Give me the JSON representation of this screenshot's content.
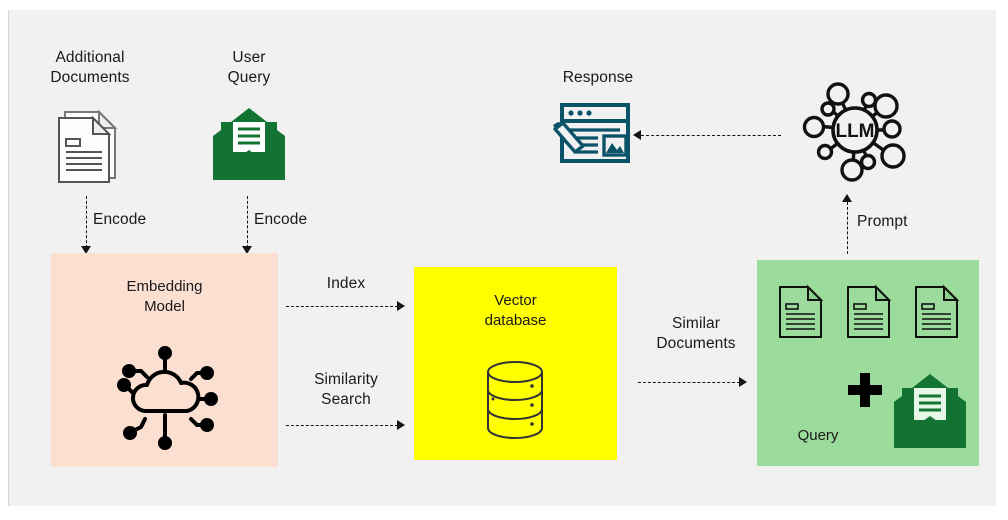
{
  "diagram": {
    "title": "RAG retrieval augmented generation flow",
    "background_color": "#f1f1f1",
    "nodes": {
      "additional_documents": {
        "label": "Additional\nDocuments",
        "icon": "stacked-documents-icon",
        "icon_color": "#555555"
      },
      "user_query": {
        "label": "User\nQuery",
        "icon": "envelope-icon",
        "icon_color": "#137333"
      },
      "embedding_model": {
        "label": "Embedding\nModel",
        "icon": "cloud-network-icon",
        "icon_color": "#000000",
        "fill": "#fbe0d2"
      },
      "vector_database": {
        "label": "Vector\ndatabase",
        "icon": "database-cylinder-icon",
        "icon_color": "#333333",
        "fill": "#ffff00"
      },
      "context": {
        "label": "Query",
        "icon_documents": "document-icon",
        "icon_plus": "plus-icon",
        "icon_envelope": "envelope-icon",
        "envelope_color": "#137333",
        "fill": "#9bdb9b",
        "document_count": 3
      },
      "llm": {
        "label": "LLM",
        "icon": "llm-network-icon",
        "icon_color": "#111111"
      },
      "response": {
        "label": "Response",
        "icon": "browser-document-icon",
        "icon_color": "#0b5369"
      }
    },
    "edges": [
      {
        "id": "docs-to-embed",
        "label": "Encode",
        "direction": "down"
      },
      {
        "id": "query-to-embed",
        "label": "Encode",
        "direction": "down"
      },
      {
        "id": "embed-to-vdb-1",
        "label": "Index",
        "direction": "right"
      },
      {
        "id": "embed-to-vdb-2",
        "label": "Similarity\nSearch",
        "direction": "right"
      },
      {
        "id": "vdb-to-ctx",
        "label": "Similar\nDocuments",
        "direction": "right"
      },
      {
        "id": "ctx-to-llm",
        "label": "Prompt",
        "direction": "up"
      },
      {
        "id": "llm-to-response",
        "label": "",
        "direction": "left"
      }
    ]
  }
}
